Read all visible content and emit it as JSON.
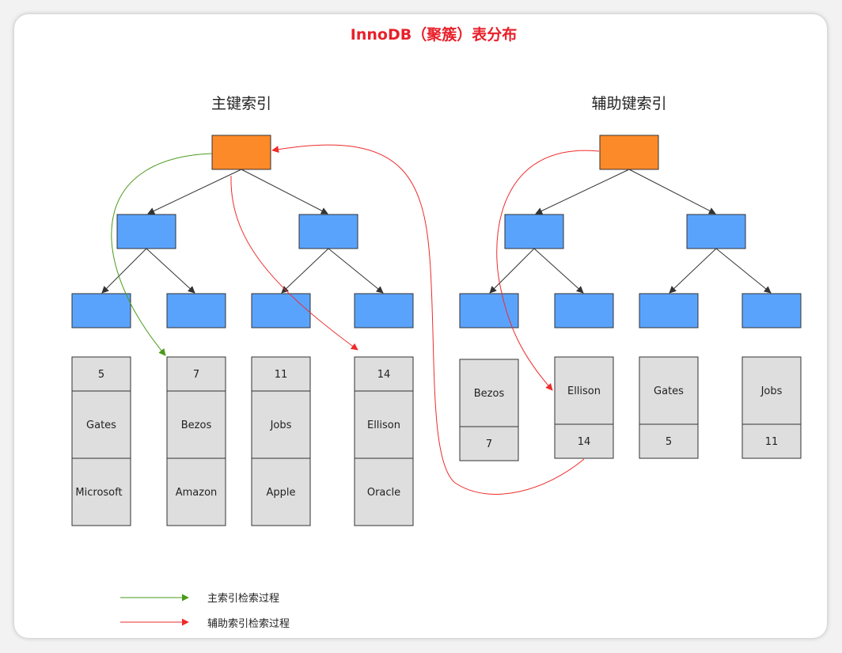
{
  "title": "InnoDB（聚簇）表分布",
  "colors": {
    "title": "#e8202a",
    "root": "#fd8a28",
    "node": "#5aa3fd",
    "cell": "#dedede",
    "green": "#4b9a1a",
    "red": "#ee2b2b"
  },
  "primary_index": {
    "label": "主键索引",
    "rows": [
      {
        "id": "5",
        "name": "Gates",
        "company": "Microsoft"
      },
      {
        "id": "7",
        "name": "Bezos",
        "company": "Amazon"
      },
      {
        "id": "11",
        "name": "Jobs",
        "company": "Apple"
      },
      {
        "id": "14",
        "name": "Ellison",
        "company": "Oracle"
      }
    ]
  },
  "secondary_index": {
    "label": "辅助键索引",
    "rows": [
      {
        "name": "Bezos",
        "id": "7"
      },
      {
        "name": "Ellison",
        "id": "14"
      },
      {
        "name": "Gates",
        "id": "5"
      },
      {
        "name": "Jobs",
        "id": "11"
      }
    ]
  },
  "legend": [
    {
      "label": "主索引检索过程",
      "color": "green"
    },
    {
      "label": "辅助索引检索过程",
      "color": "red"
    }
  ]
}
